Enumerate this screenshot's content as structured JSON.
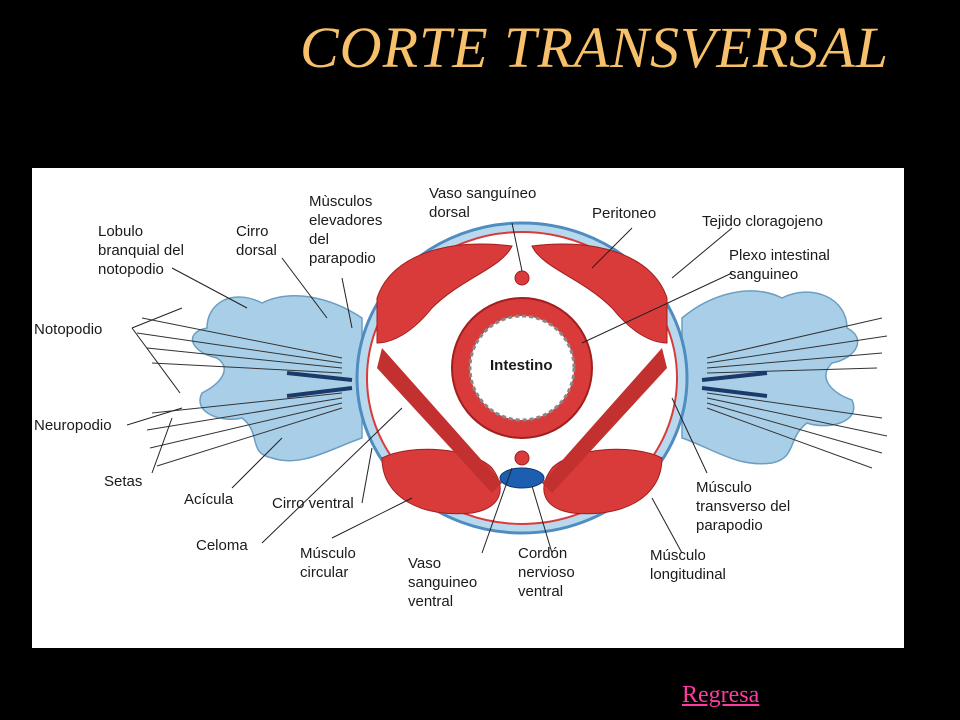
{
  "page": {
    "title": "CORTE TRANSVERSAL",
    "link_label": "Regresa"
  },
  "colors": {
    "background": "#000000",
    "title": "#f7c06a",
    "link": "#ff3aa0",
    "muscle": "#d93a3a",
    "parapodium": "#a9cfe8",
    "nerve": "#1c5fb0"
  },
  "labels": {
    "lobulo": "Lobulo\nbranquial del\nnotopodio",
    "cirro_dorsal": "Cirro\ndorsal",
    "musculos_elevadores": "Mùsculos\nelevadores\ndel\nparapodio",
    "vaso_dorsal": "Vaso sanguíneo\ndorsal",
    "peritoneo": "Peritoneo",
    "tejido": "Tejido cloragojeno",
    "plexo": "Plexo intestinal\nsanguineo",
    "notopodio": "Notopodio",
    "neuropodio": "Neuropodio",
    "intestino": "Intestino",
    "setas": "Setas",
    "acicula": "Acícula",
    "cirro_ventral": "Cirro ventral",
    "celoma": "Celoma",
    "musculo_circular": "Músculo\ncircular",
    "vaso_ventral": "Vaso\nsanguineo\nventral",
    "cordon": "Cordón\nnervioso\nventral",
    "musculo_longitudinal": "Músculo\nlongitudinal",
    "musculo_transverso": "Músculo\ntransverso del\nparapodio"
  }
}
